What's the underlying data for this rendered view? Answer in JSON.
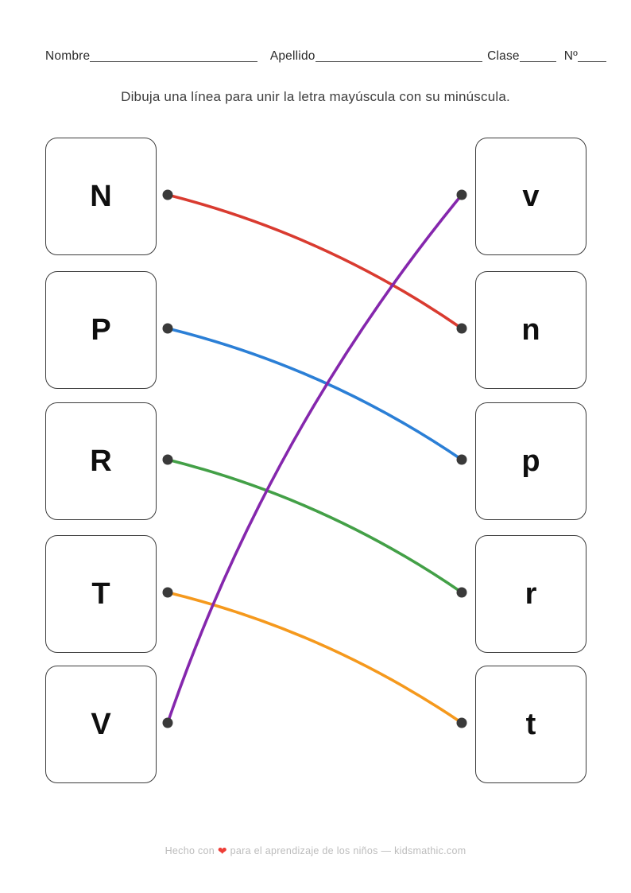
{
  "header": {
    "fields": [
      {
        "label": "Nombre"
      },
      {
        "label": "Apellido"
      },
      {
        "label": "Clase"
      },
      {
        "label": "Nº"
      }
    ]
  },
  "instruction": "Dibuja una línea para unir la letra mayúscula con su minúscula.",
  "letters": {
    "left": [
      "N",
      "P",
      "R",
      "T",
      "V"
    ],
    "right": [
      "v",
      "n",
      "p",
      "r",
      "t"
    ]
  },
  "connections": [
    {
      "from": "N",
      "to": "n",
      "color": "#d93b30"
    },
    {
      "from": "P",
      "to": "p",
      "color": "#2b7fd6"
    },
    {
      "from": "R",
      "to": "r",
      "color": "#43a047"
    },
    {
      "from": "T",
      "to": "t",
      "color": "#f5991d"
    },
    {
      "from": "V",
      "to": "v",
      "color": "#8527ad"
    }
  ],
  "dot_color": "#3a3a3a",
  "footer": {
    "prefix": "Hecho con",
    "heart_glyph": "❤",
    "heart_color": "#ee3d37",
    "suffix": "para el aprendizaje de los niños — kidsmathic.com"
  }
}
